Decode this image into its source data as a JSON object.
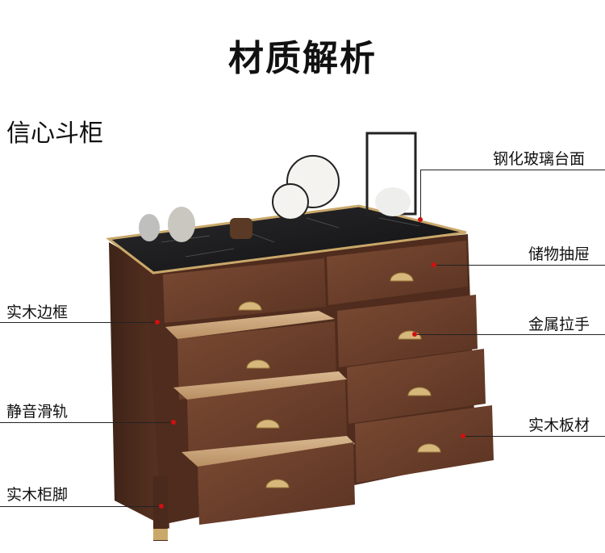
{
  "header": {
    "title": "材质解析"
  },
  "product": {
    "name": "信心斗柜"
  },
  "callouts": {
    "glass_top": "钢化玻璃台面",
    "storage_drawer": "储物抽屉",
    "metal_handle": "金属拉手",
    "solid_wood_panel": "实木板材",
    "solid_wood_frame": "实木边框",
    "silent_slide": "静音滑轨",
    "solid_wood_leg": "实木柜脚"
  },
  "colors": {
    "wood": "#6b3f2a",
    "wood_dark": "#4a2a1c",
    "marble": "#1c1c1e",
    "brass": "#c9a86a",
    "marker": "#d01010"
  }
}
